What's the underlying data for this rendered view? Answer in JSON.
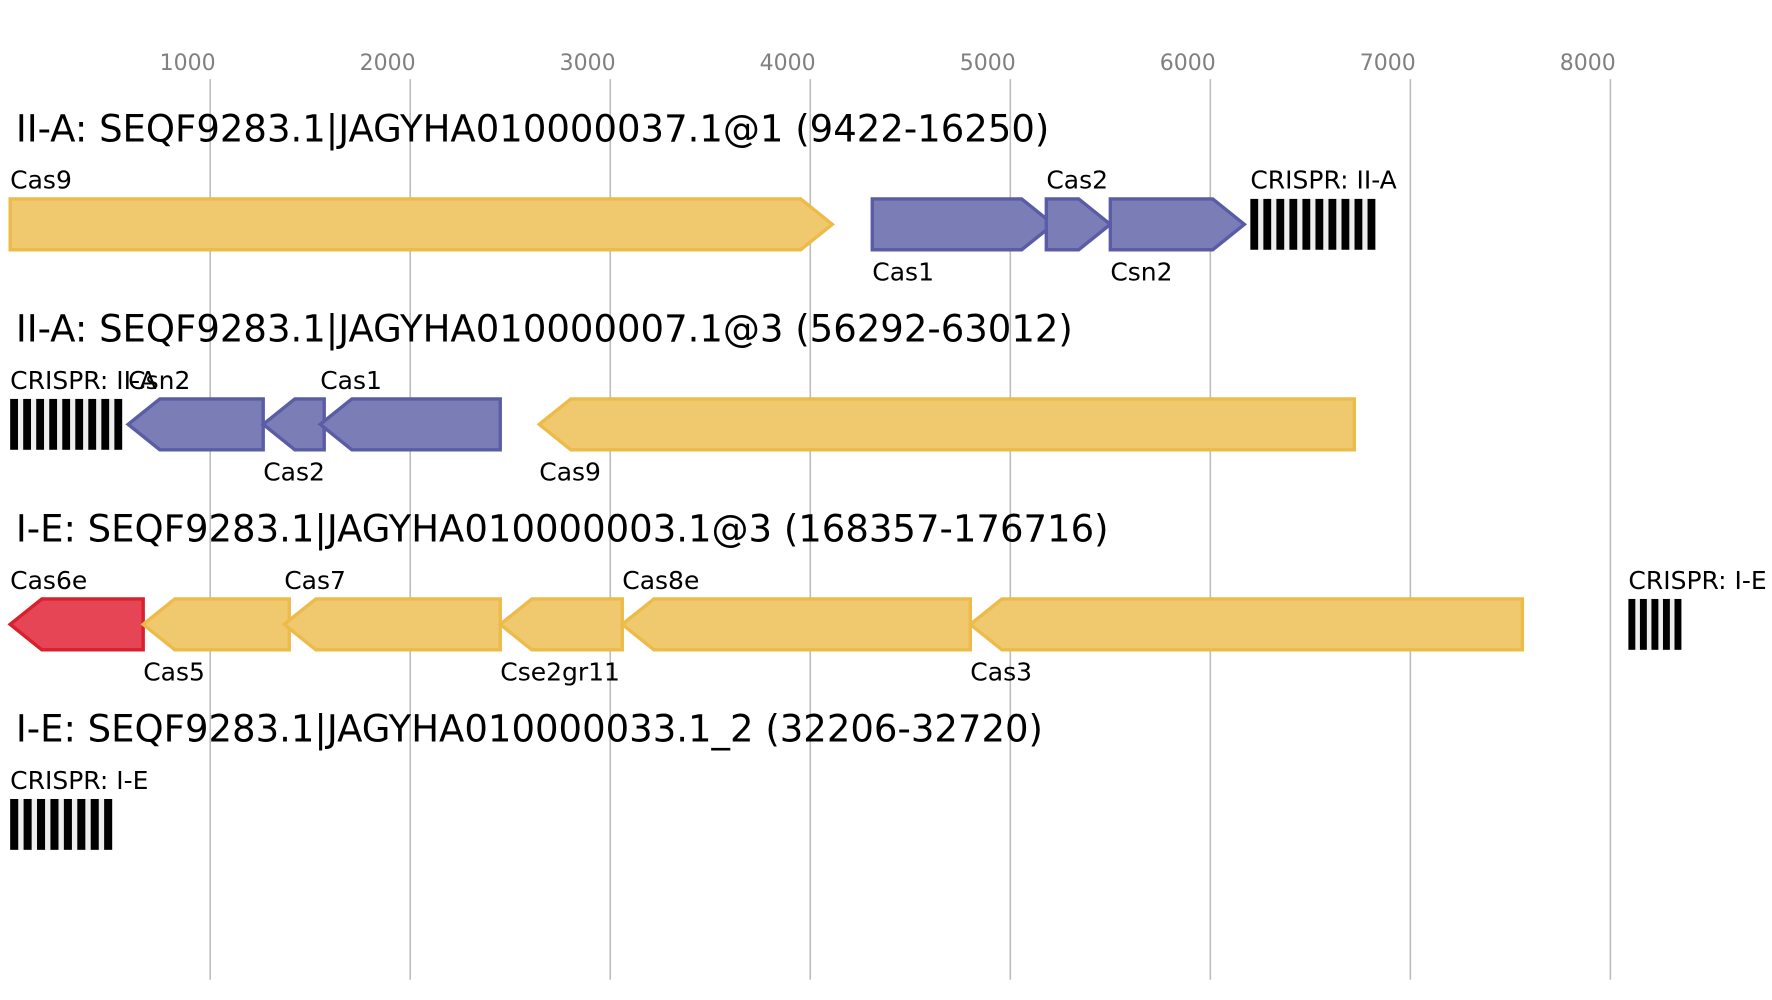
{
  "axis": {
    "ticks": [
      1000,
      2000,
      3000,
      4000,
      5000,
      6000,
      7000,
      8000
    ],
    "range_bp": [
      0,
      8860
    ]
  },
  "colors": {
    "type_II_cas": "#f0c96e",
    "type_II_cas_stroke": "#ecbb4a",
    "adaptation": "#7b7db7",
    "adaptation_stroke": "#5a5ca6",
    "cas6": "#e54555",
    "cas6_stroke": "#d9202e",
    "crispr_dark": "#000000",
    "crispr_light": "#eeeeee"
  },
  "rows": [
    {
      "title": "II-A: SEQF9283.1|JAGYHA010000037.1@1 (9422-16250)",
      "genes": [
        {
          "name": "Cas9",
          "start": 0,
          "end": 4110,
          "strand": "+",
          "color": "type_II_cas",
          "label_pos": "above"
        },
        {
          "name": "Cas1",
          "start": 4310,
          "end": 5215,
          "strand": "+",
          "color": "adaptation",
          "label_pos": "below"
        },
        {
          "name": "Cas2",
          "start": 5180,
          "end": 5500,
          "strand": "+",
          "color": "adaptation",
          "label_pos": "above"
        },
        {
          "name": "Csn2",
          "start": 5500,
          "end": 6170,
          "strand": "+",
          "color": "adaptation",
          "label_pos": "below"
        }
      ],
      "crisprs": [
        {
          "name": "CRISPR: II-A",
          "start": 6200,
          "end": 6825,
          "repeats": 10
        }
      ]
    },
    {
      "title": "II-A: SEQF9283.1|JAGYHA010000007.1@3 (56292-63012)",
      "genes": [
        {
          "name": "Csn2",
          "start": 590,
          "end": 1265,
          "strand": "-",
          "color": "adaptation",
          "label_pos": "above"
        },
        {
          "name": "Cas2",
          "start": 1265,
          "end": 1570,
          "strand": "-",
          "color": "adaptation",
          "label_pos": "below"
        },
        {
          "name": "Cas1",
          "start": 1550,
          "end": 2450,
          "strand": "-",
          "color": "adaptation",
          "label_pos": "above"
        },
        {
          "name": "Cas9",
          "start": 2645,
          "end": 6720,
          "strand": "-",
          "color": "type_II_cas",
          "label_pos": "below"
        }
      ],
      "crisprs": [
        {
          "name": "CRISPR: II-A",
          "start": 0,
          "end": 560,
          "repeats": 9
        }
      ]
    },
    {
      "title": "I-E: SEQF9283.1|JAGYHA010000003.1@3 (168357-176716)",
      "genes": [
        {
          "name": "Cas6e",
          "start": 0,
          "end": 665,
          "strand": "-",
          "color": "cas6",
          "label_pos": "above"
        },
        {
          "name": "Cas5",
          "start": 665,
          "end": 1395,
          "strand": "-",
          "color": "type_II_cas",
          "label_pos": "below"
        },
        {
          "name": "Cas7",
          "start": 1370,
          "end": 2450,
          "strand": "-",
          "color": "type_II_cas",
          "label_pos": "above"
        },
        {
          "name": "Cse2gr11",
          "start": 2450,
          "end": 3060,
          "strand": "-",
          "color": "type_II_cas",
          "label_pos": "below"
        },
        {
          "name": "Cas8e",
          "start": 3060,
          "end": 4800,
          "strand": "-",
          "color": "type_II_cas",
          "label_pos": "above"
        },
        {
          "name": "Cas3",
          "start": 4800,
          "end": 7560,
          "strand": "-",
          "color": "type_II_cas",
          "label_pos": "below"
        }
      ],
      "crisprs": [
        {
          "name": "CRISPR: I-E",
          "start": 8090,
          "end": 8355,
          "repeats": 5
        }
      ]
    },
    {
      "title": "I-E: SEQF9283.1|JAGYHA010000033.1_2 (32206-32720)",
      "genes": [],
      "crisprs": [
        {
          "name": "CRISPR: I-E",
          "start": 0,
          "end": 510,
          "repeats": 8
        }
      ]
    }
  ]
}
